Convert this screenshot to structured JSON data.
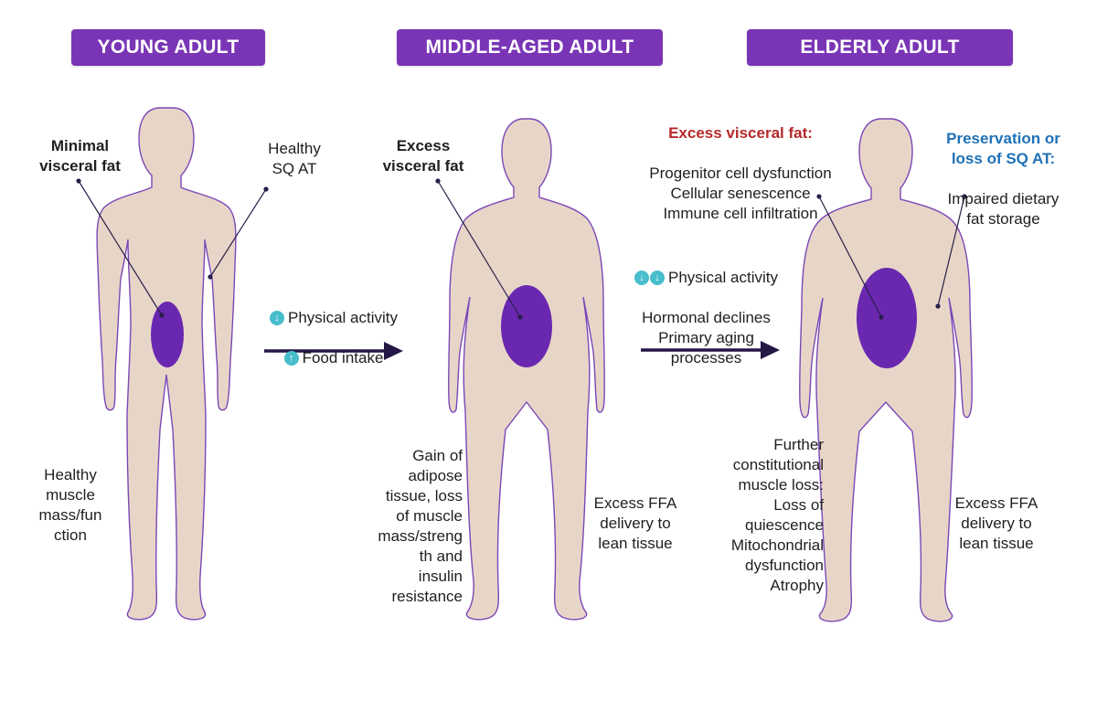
{
  "colors": {
    "header": "#7a35b6",
    "body": "#e7d6c8",
    "outline": "#7b47b7",
    "fat": "#6a27b0",
    "arrow": "#241645",
    "red": "#b5292a",
    "blue": "#1f71b6",
    "teal": "#48bdcc"
  },
  "icons": {
    "down": "arrow-down-icon",
    "up": "arrow-up-icon"
  },
  "headers": {
    "young": "YOUNG ADULT",
    "middle": "MIDDLE-AGED ADULT",
    "elderly": "ELDERLY ADULT"
  },
  "young": {
    "visceral": "Minimal\nvisceral fat",
    "sq": "Healthy\nSQ AT",
    "muscle": "Healthy\nmuscle\nmass/fun\nction"
  },
  "transition1": {
    "activity": "Physical activity",
    "intake": "Food intake"
  },
  "middle": {
    "visceral": "Excess\nvisceral fat",
    "gain": "Gain of\nadipose\ntissue, loss\nof muscle\nmass/streng\nth and\ninsulin\nresistance",
    "ffa": "Excess FFA\ndelivery to\nlean tissue"
  },
  "transition2": {
    "activity": "Physical activity",
    "rest": "Hormonal declines\nPrimary aging\nprocesses"
  },
  "elderly": {
    "visceral_title": "Excess visceral fat:",
    "visceral_items": "Progenitor cell dysfunction\nCellular senescence\nImmune cell infiltration",
    "sq_title": "Preservation or\nloss of SQ AT:",
    "sq_items": "Impaired dietary\nfat storage",
    "muscle": "Further\nconstitutional\nmuscle loss:\nLoss of\nquiescence\nMitochondrial\ndysfunction\nAtrophy",
    "ffa": "Excess FFA\ndelivery to\nlean tissue"
  }
}
